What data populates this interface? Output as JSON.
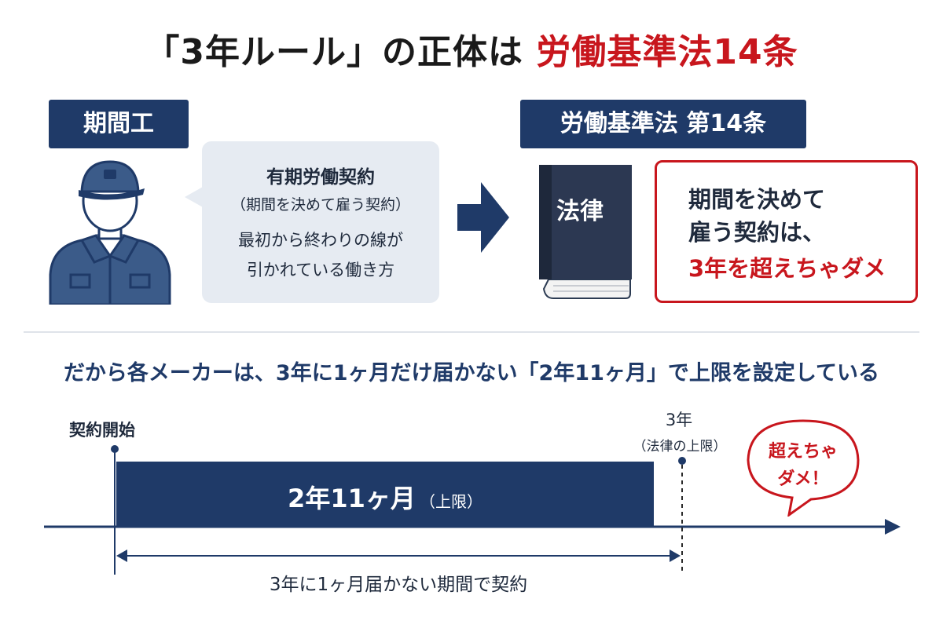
{
  "title": {
    "part1": "「3年ルール」の正体は",
    "part2": "労働基準法14条"
  },
  "left": {
    "tag": "期間工",
    "bubble": {
      "line1": "有期労働契約",
      "line2": "（期間を決めて雇う契約）",
      "line3": "最初から終わりの線が",
      "line4": "引かれている働き方"
    }
  },
  "right": {
    "tag": "労働基準法 第14条",
    "book_label": "法律",
    "rule": {
      "line1": "期間を決めて",
      "line2": "雇う契約は、",
      "line3": "3年を超えちゃダメ"
    }
  },
  "subtitle": "だから各メーカーは、3年に1ヶ月だけ届かない「2年11ヶ月」で上限を設定している",
  "timeline": {
    "start_label": "契約開始",
    "end_label": "3年",
    "end_note": "（法律の上限）",
    "bar_label": "2年11ヶ月",
    "bar_note": "（上限）",
    "warning_line1": "超えちゃ",
    "warning_line2": "ダメ！",
    "span_label": "3年に1ヶ月届かない期間で契約"
  },
  "icons": {
    "worker": "worker-icon",
    "arrow": "right-arrow-icon",
    "book": "law-book-icon",
    "burst": "speech-burst-icon"
  },
  "colors": {
    "navy": "#1f3a68",
    "red": "#c8161d",
    "bubble": "#e6ebf2"
  }
}
